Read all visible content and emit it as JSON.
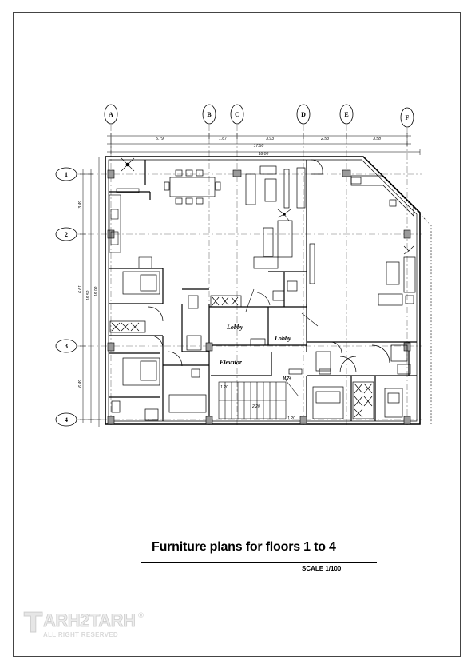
{
  "drawing": {
    "title": "Furniture plans for floors 1 to 4",
    "scale": "SCALE  1/100",
    "grid_columns": [
      "A",
      "B",
      "C",
      "D",
      "E",
      "F"
    ],
    "grid_rows": [
      "1",
      "2",
      "3",
      "4"
    ],
    "top_dimensions": [
      "5.79",
      "1.67",
      "3.93",
      "2.53",
      "3.58"
    ],
    "top_mid_dimension": "17.50",
    "top_overall_dimension": "18.00",
    "left_dimensions": [
      "3.49",
      "6.61",
      "6.49"
    ],
    "left_total_dimensions": [
      "16.50",
      "16.00"
    ],
    "room_labels": [
      "Lobby",
      "Lobby",
      "Elevator"
    ],
    "stair_dimensions": [
      "1.20",
      "2.20",
      "1.20"
    ],
    "stair_tag": "M.74"
  },
  "watermark": {
    "brand": "ARH2TARH",
    "subtitle": "ALL RIGHT RESERVED",
    "registered": "®"
  }
}
